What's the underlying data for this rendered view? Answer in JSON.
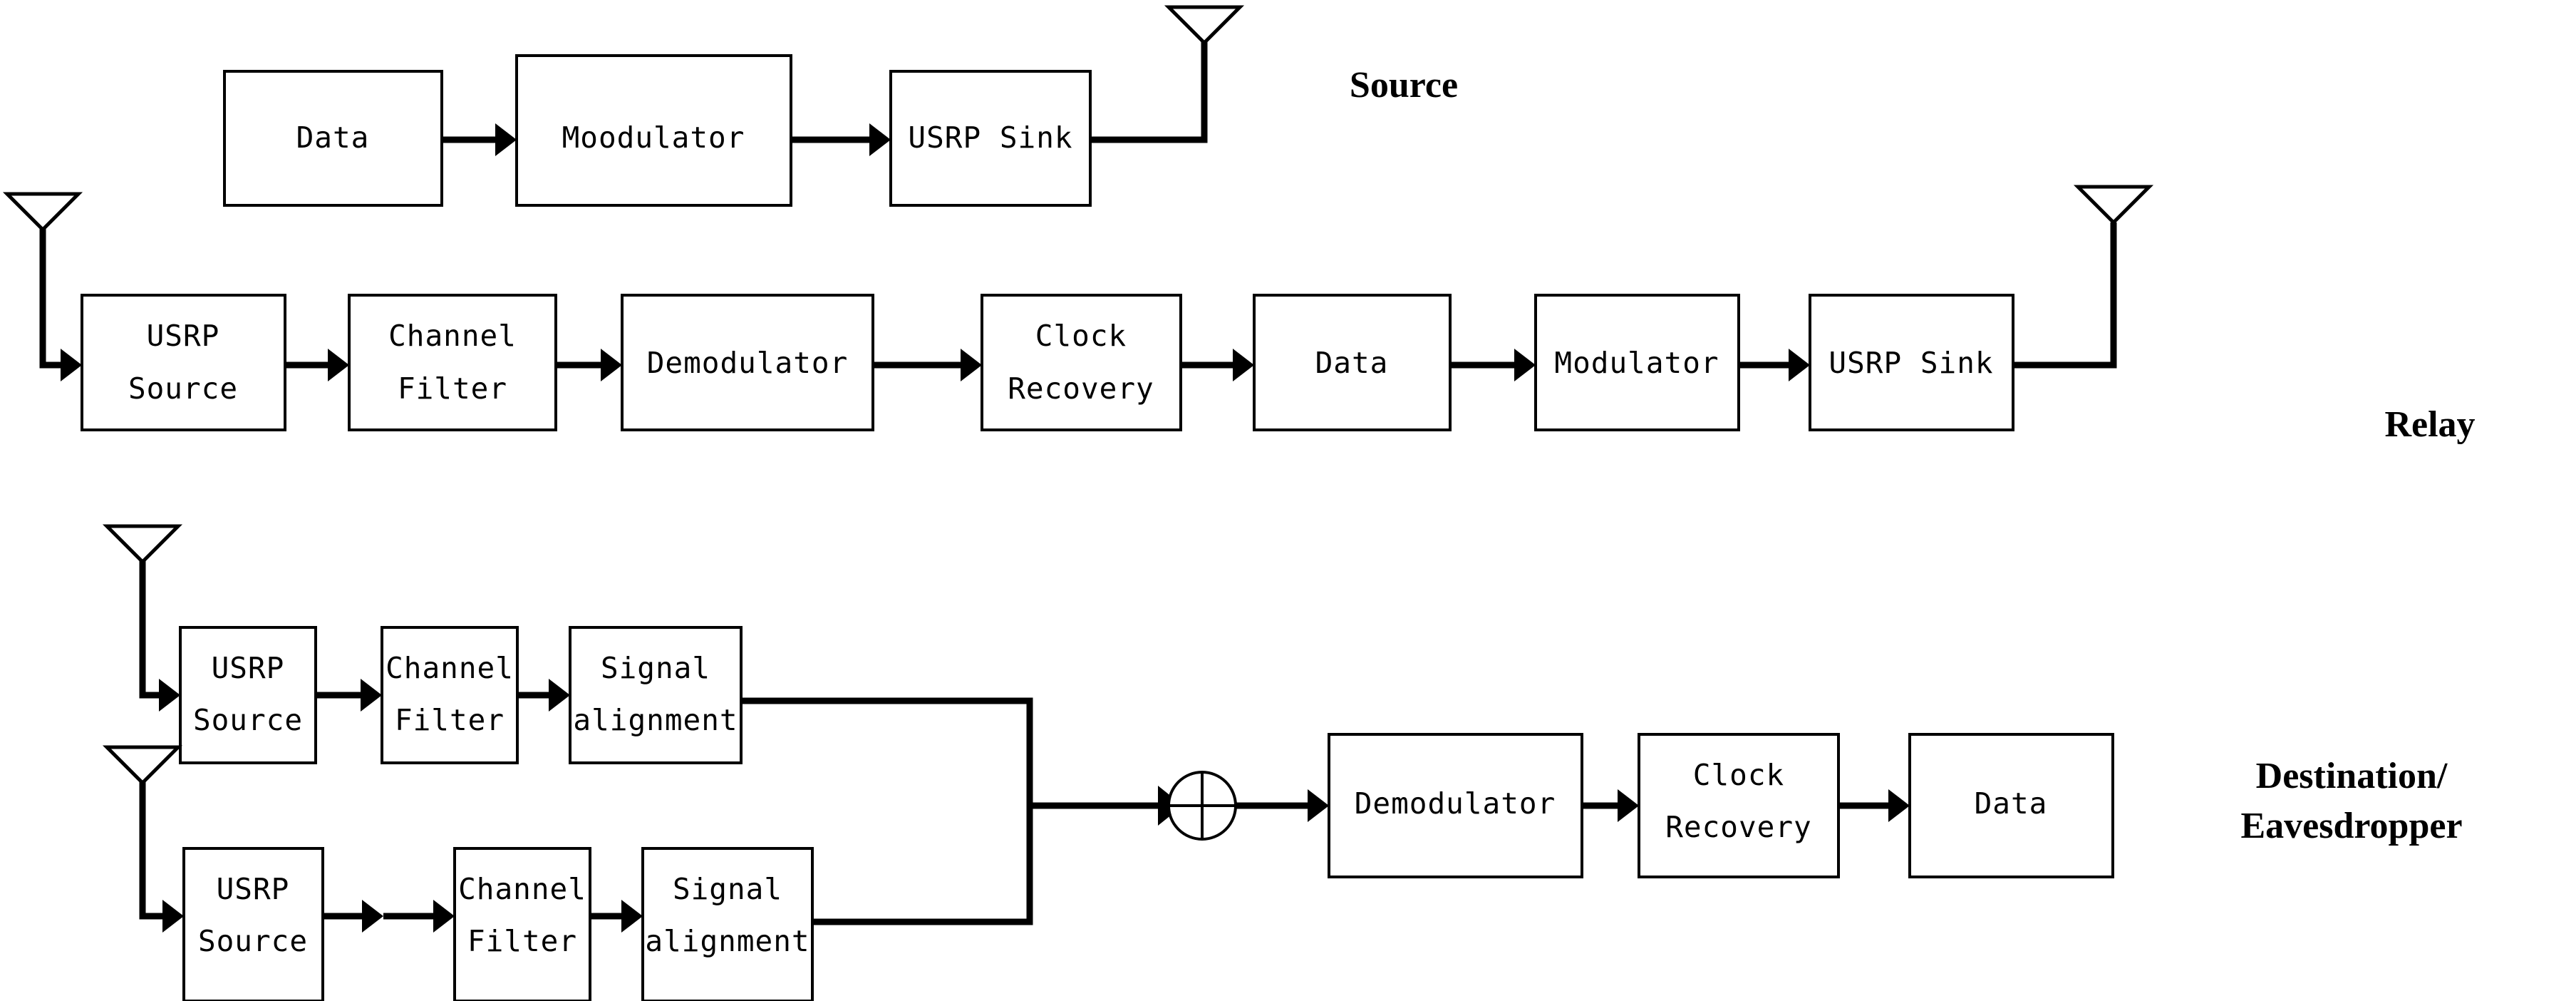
{
  "diagram": {
    "title": "Source / Relay / Destination-Eavesdropper USRP block diagram",
    "stroke_color": "#000000",
    "background_color": "#ffffff",
    "box_fill": "#ffffff"
  },
  "role_labels": {
    "source": "Source",
    "relay": "Relay",
    "destination_line1": "Destination/",
    "destination_line2": "Eavesdropper"
  },
  "rows": {
    "source": {
      "label": "Source",
      "blocks": [
        {
          "id": "src-data",
          "text": "Data"
        },
        {
          "id": "src-mod",
          "text": "Moodulator"
        },
        {
          "id": "src-usrp-sink",
          "text": "USRP Sink"
        }
      ],
      "antennas": [
        {
          "id": "src-tx-antenna",
          "type": "transmit"
        }
      ]
    },
    "relay": {
      "label": "Relay",
      "blocks": [
        {
          "id": "rly-usrp-source",
          "line1": "USRP",
          "line2": "Source"
        },
        {
          "id": "rly-chan-filter",
          "line1": "Channel",
          "line2": "Filter"
        },
        {
          "id": "rly-demod",
          "text": "Demodulator"
        },
        {
          "id": "rly-clock-rec",
          "line1": "Clock",
          "line2": "Recovery"
        },
        {
          "id": "rly-data",
          "text": "Data"
        },
        {
          "id": "rly-mod",
          "text": "Modulator"
        },
        {
          "id": "rly-usrp-sink",
          "text": "USRP Sink"
        }
      ],
      "antennas": [
        {
          "id": "rly-rx-antenna",
          "type": "receive"
        },
        {
          "id": "rly-tx-antenna",
          "type": "transmit"
        }
      ]
    },
    "destination": {
      "label_line1": "Destination/",
      "label_line2": "Eavesdropper",
      "branch_top": [
        {
          "id": "dst-usrp-source-1",
          "line1": "USRP",
          "line2": "Source"
        },
        {
          "id": "dst-chan-filter-1",
          "line1": "Channel",
          "line2": "Filter"
        },
        {
          "id": "dst-sig-align-1",
          "line1": "Signal",
          "line2": "alignment"
        }
      ],
      "branch_bottom": [
        {
          "id": "dst-usrp-source-2",
          "line1": "USRP",
          "line2": "Source"
        },
        {
          "id": "dst-chan-filter-2",
          "line1": "Channel",
          "line2": "Filter"
        },
        {
          "id": "dst-sig-align-2",
          "line1": "Signal",
          "line2": "alignment"
        }
      ],
      "combiner": {
        "id": "dst-summing-junction",
        "symbol": "crossed-circle"
      },
      "blocks_after": [
        {
          "id": "dst-demod",
          "text": "Demodulator"
        },
        {
          "id": "dst-clock-rec",
          "line1": "Clock",
          "line2": "Recovery"
        },
        {
          "id": "dst-data",
          "text": "Data"
        }
      ],
      "antennas": [
        {
          "id": "dst-rx-antenna-1",
          "type": "receive"
        },
        {
          "id": "dst-rx-antenna-2",
          "type": "receive"
        }
      ]
    }
  }
}
